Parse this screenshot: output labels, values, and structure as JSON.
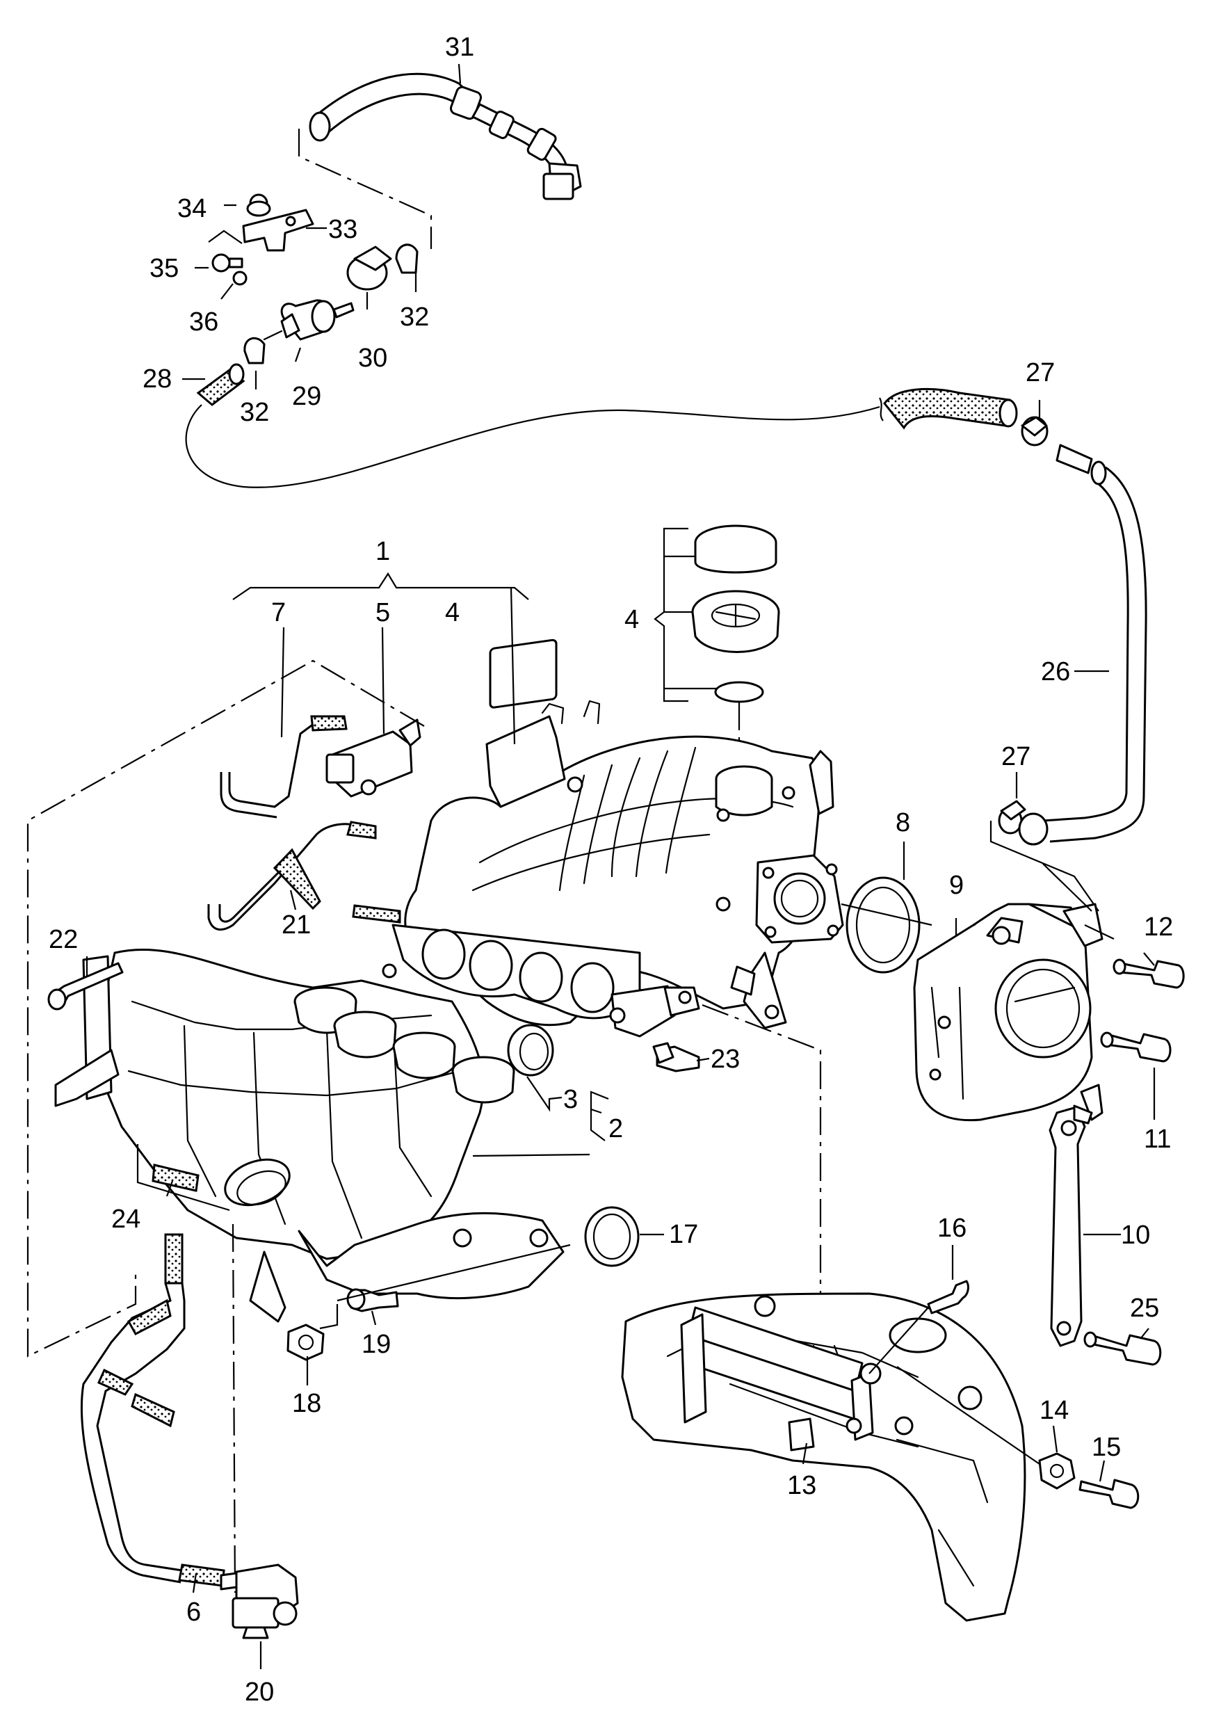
{
  "diagram": {
    "footer_code": "",
    "callouts": {
      "c1": "1",
      "c2": "2",
      "c3": "3",
      "c4a": "4",
      "c4b": "4",
      "c5": "5",
      "c6": "6",
      "c7": "7",
      "c8": "8",
      "c9": "9",
      "c10": "10",
      "c11": "11",
      "c12": "12",
      "c13": "13",
      "c14": "14",
      "c15": "15",
      "c16": "16",
      "c17": "17",
      "c18": "18",
      "c19": "19",
      "c20": "20",
      "c21": "21",
      "c22": "22",
      "c23": "23",
      "c24": "24",
      "c25": "25",
      "c26": "26",
      "c27a": "27",
      "c27b": "27",
      "c28": "28",
      "c29": "29",
      "c30": "30",
      "c31": "31",
      "c32a": "32",
      "c32b": "32",
      "c33": "33",
      "c34": "34",
      "c35": "35",
      "c36": "36"
    }
  }
}
